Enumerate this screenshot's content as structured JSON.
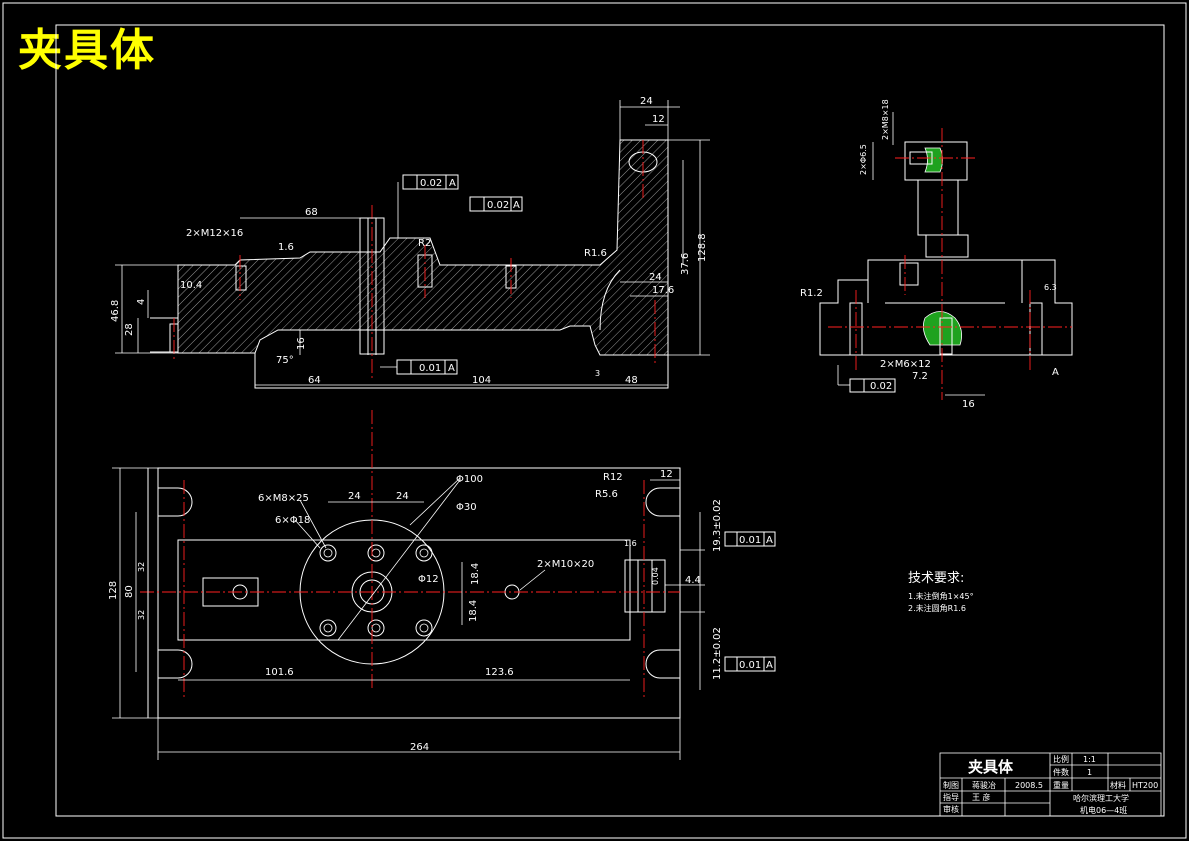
{
  "title": "夹具体",
  "front_view": {
    "dims": {
      "top_24": "24",
      "top_12": "12",
      "len_68": "68",
      "m12": "2×M12×16",
      "rough_16": "1.6",
      "flat1": "0.02",
      "flat1_ref": "A",
      "flat2": "0.02",
      "flat2_ref": "A",
      "r16": "R1.6",
      "h376": "37.6",
      "h1288": "128.8",
      "d104_left": "10.4",
      "h468": "46.8",
      "h28": "28",
      "h4": "4",
      "d16": "16",
      "ang75": "75°",
      "d24b": "24",
      "d176": "17.6",
      "d64": "64",
      "d104": "104",
      "d48": "48",
      "tol": "0.01",
      "tol_ref": "A",
      "r2": "R2",
      "r3": "3"
    }
  },
  "side_view": {
    "dims": {
      "m8_18": "2×M8×18",
      "d65": "2×Φ6.5",
      "r12": "R1.2",
      "m6_12": "2×M6×12",
      "d72": "7.2",
      "d16": "16",
      "par": "0.02",
      "rough": "6.3",
      "ref_a": "A"
    }
  },
  "top_view": {
    "dims": {
      "m8_25": "6×M8×25",
      "phi18": "6×Φ18",
      "d24a": "24",
      "d24b": "24",
      "phi100": "Φ100",
      "phi30": "Φ30",
      "phi12": "Φ12",
      "d184a": "18.4",
      "d184b": "18.4",
      "m10_20": "2×M10×20",
      "r12": "R12",
      "r56": "R5.6",
      "d12": "12",
      "h1932": "19.3±0.02",
      "h1132": "11.2±0.02",
      "tol1": "0.01",
      "tol1_ref": "A",
      "tol2": "0.01",
      "tol2_ref": "A",
      "d44": "4.4",
      "d004": "0.04",
      "rough16": "1.6",
      "h128": "128",
      "h80": "80",
      "h32": "32",
      "h22": "32",
      "d1016": "101.6",
      "d1236": "123.6",
      "d264": "264"
    }
  },
  "tech_req": {
    "heading": "技术要求:",
    "line1": "1.未注倒角1×45°",
    "line2": "2.未注圆角R1.6"
  },
  "title_block": {
    "name": "夹具体",
    "scale_label": "比例",
    "scale_value": "1:1",
    "qty_label": "件数",
    "qty_value": "1",
    "weight_label": "重量",
    "material_label": "材料",
    "material_value": "HT200",
    "drawn_label": "制图",
    "drawn_name": "蒋骏冶",
    "date": "2008.5",
    "design_label": "指导",
    "design_name": "王  彦",
    "check_label": "审核",
    "school": "哈尔滨理工大学",
    "class_code": "机电06—4班"
  }
}
